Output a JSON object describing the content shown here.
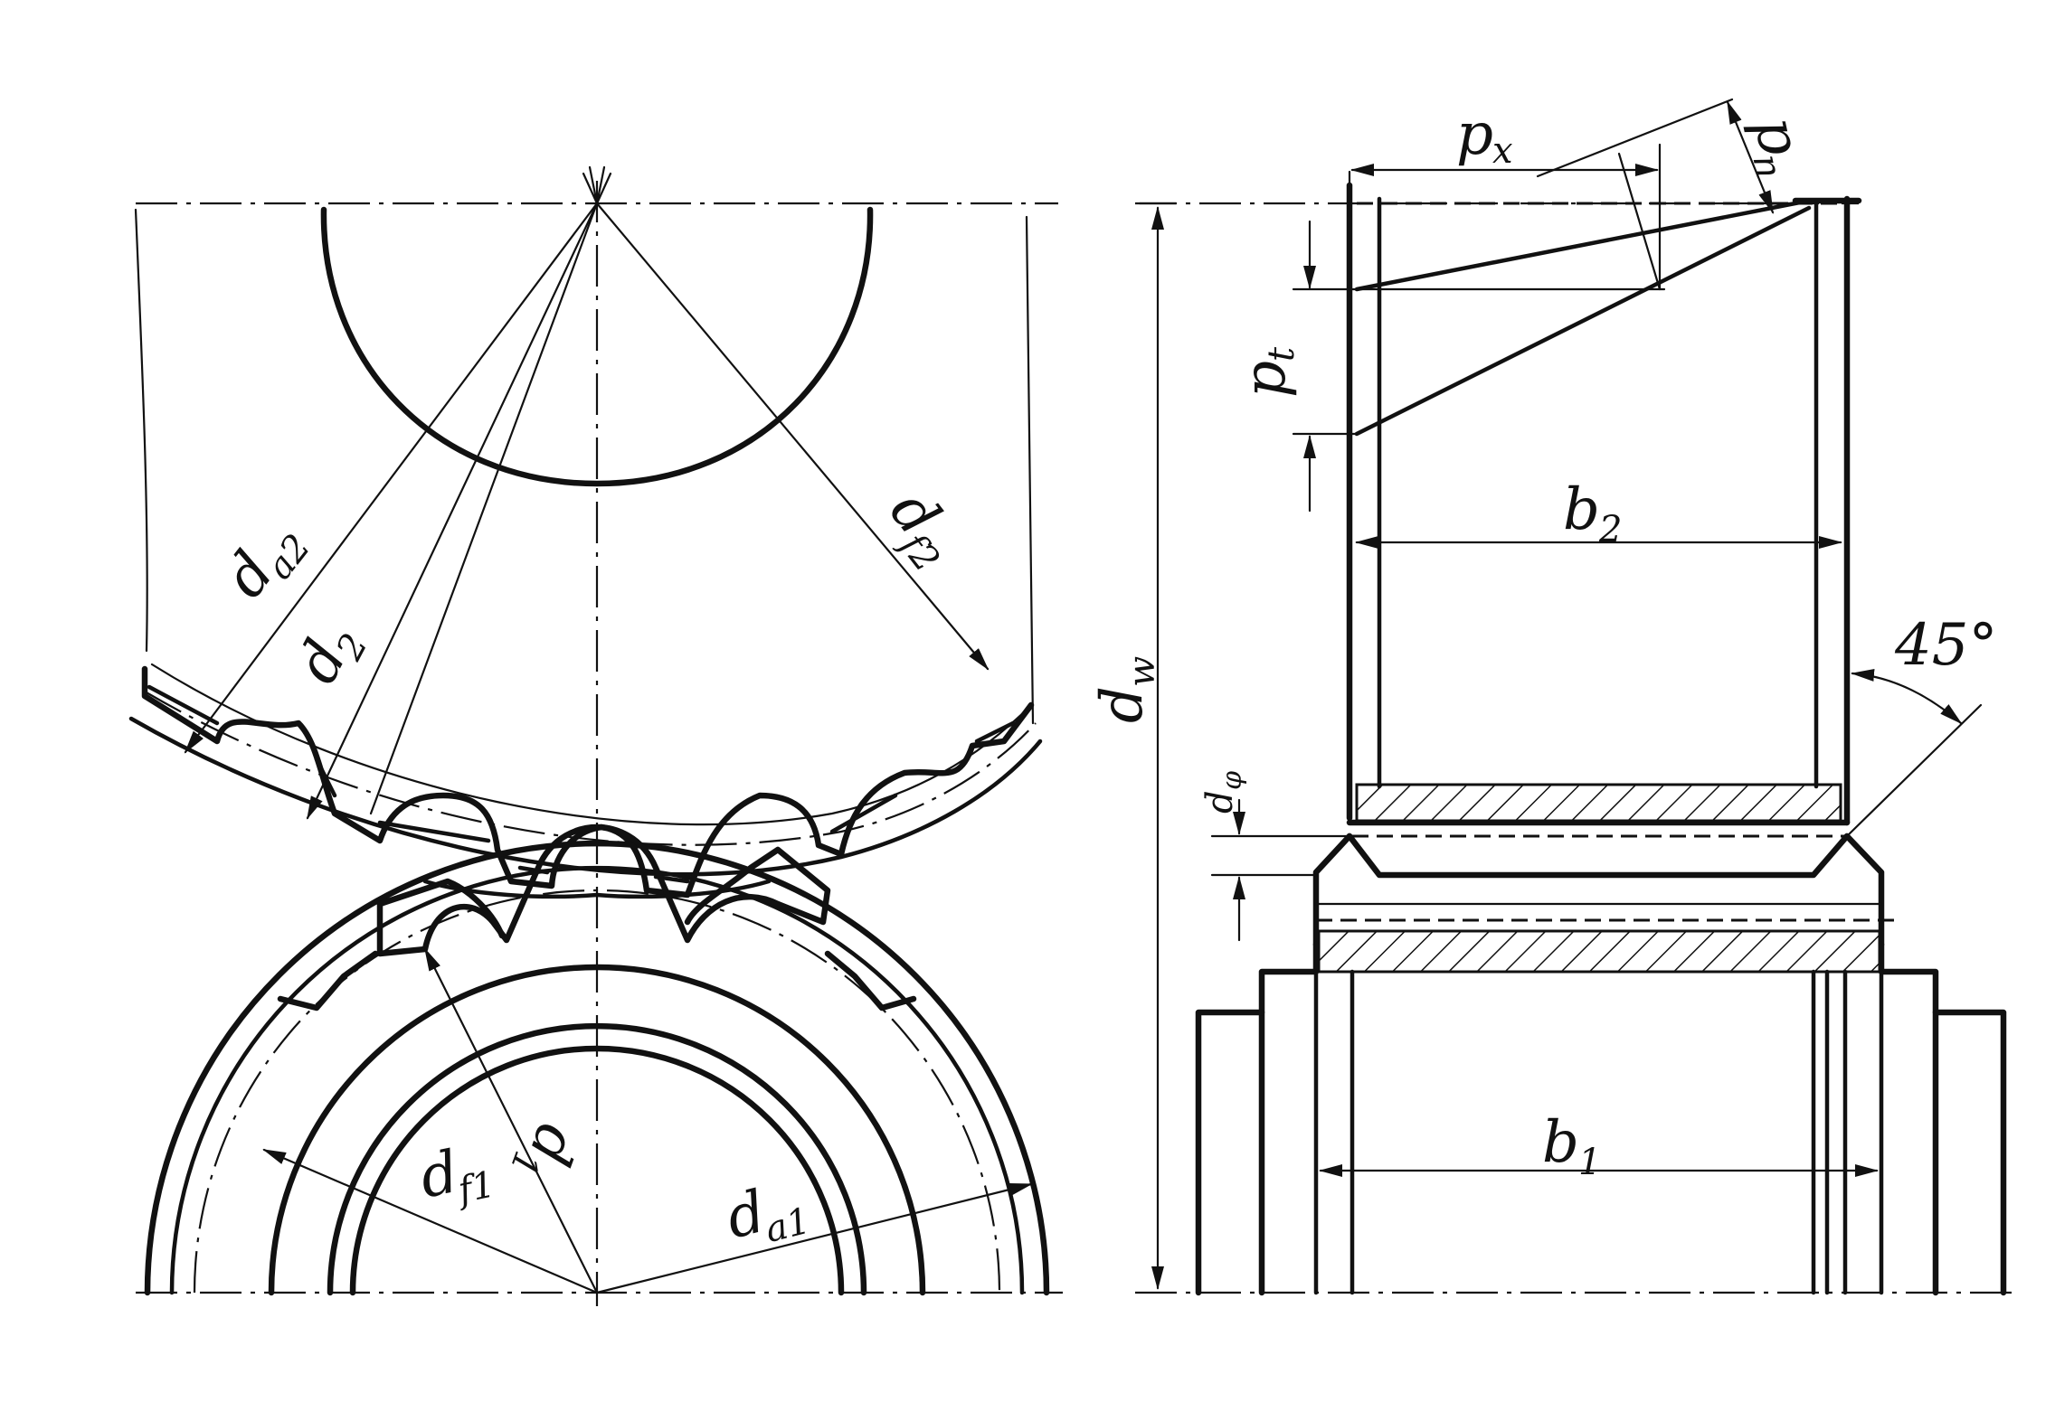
{
  "figure": {
    "left_view": {
      "labels": {
        "da2": "d",
        "da2_sub": "a2",
        "d2": "d",
        "d2_sub": "2",
        "df2": "d",
        "df2_sub": "f2",
        "d1": "d",
        "d1_sub": "1",
        "df1": "d",
        "df1_sub": "f1",
        "da1": "d",
        "da1_sub": "a1"
      }
    },
    "right_view": {
      "labels": {
        "px": "p",
        "px_sub": "x",
        "pn": "p",
        "pn_sub": "n",
        "pt": "p",
        "pt_sub": "t",
        "b2": "b",
        "b2_sub": "2",
        "b1": "b",
        "b1_sub": "1",
        "dw": "d",
        "dw_sub": "w",
        "dphi": "d",
        "dphi_sub": "φ",
        "angle": "45°"
      }
    }
  }
}
